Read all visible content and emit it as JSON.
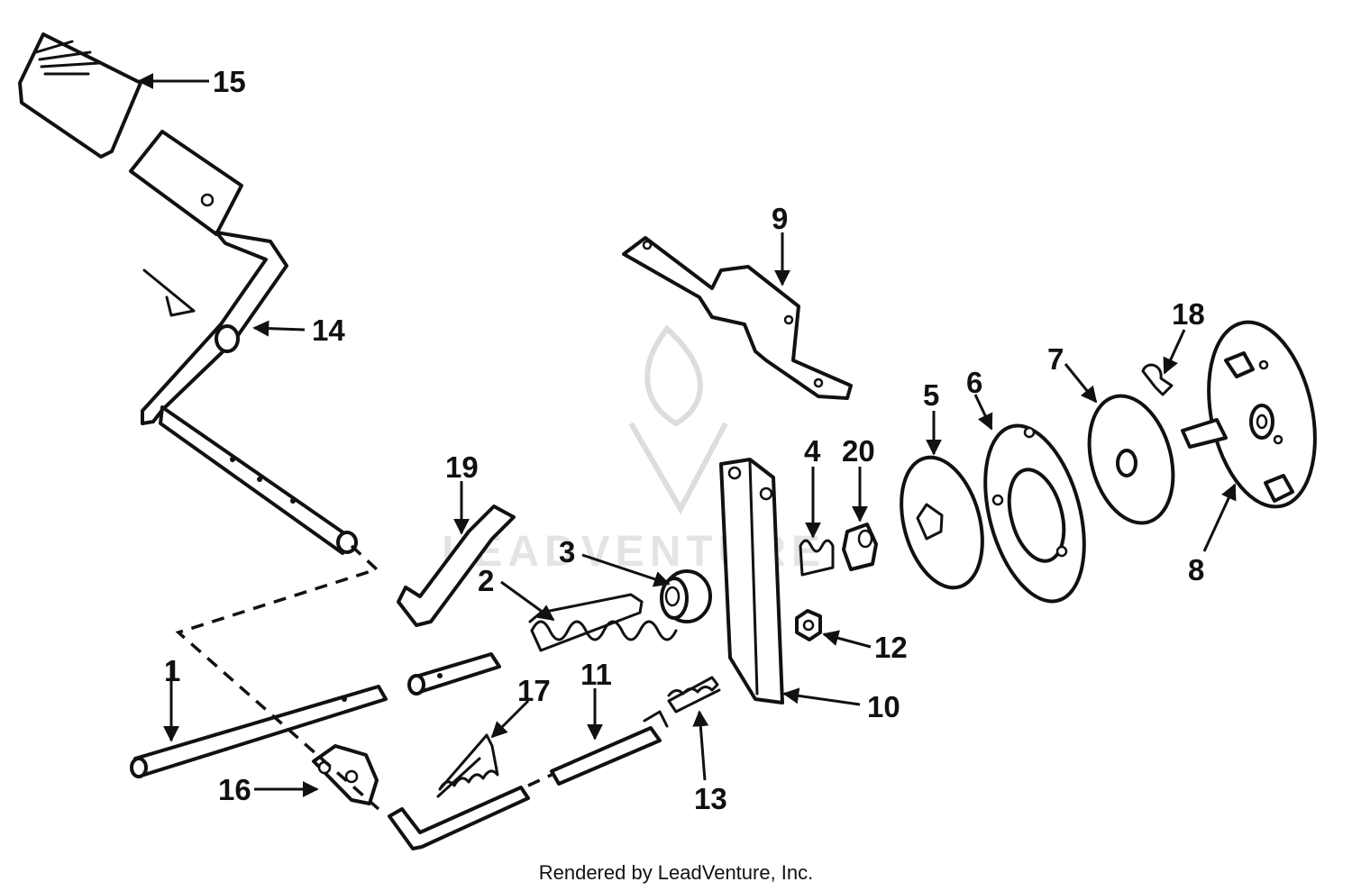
{
  "callouts": {
    "c1": "1",
    "c2": "2",
    "c3": "3",
    "c4": "4",
    "c5": "5",
    "c6": "6",
    "c7": "7",
    "c8": "8",
    "c9": "9",
    "c10": "10",
    "c11": "11",
    "c12": "12",
    "c13": "13",
    "c14": "14",
    "c15": "15",
    "c16": "16",
    "c17": "17",
    "c18": "18",
    "c19": "19",
    "c20": "20"
  },
  "watermark": "LEADVENTURE",
  "footer": "Rendered by LeadVenture, Inc."
}
